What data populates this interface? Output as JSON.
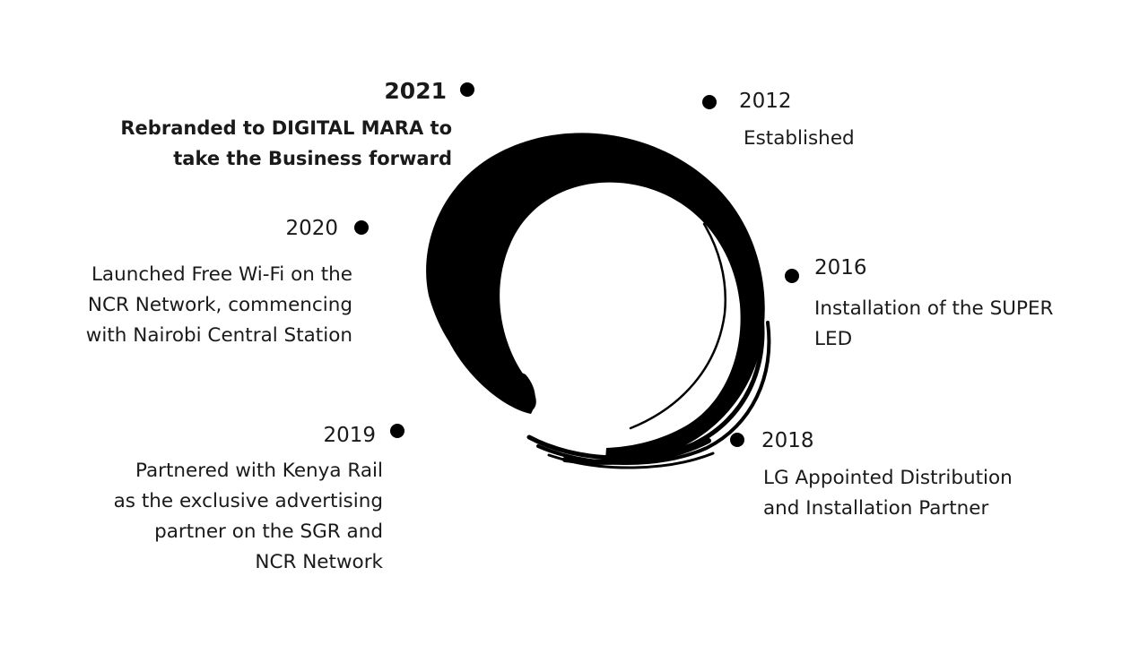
{
  "milestones": {
    "m2021": {
      "year": "2021",
      "lines": [
        "Rebranded to DIGITAL MARA to",
        "take the Business forward"
      ]
    },
    "m2012": {
      "year": "2012",
      "lines": [
        "Established"
      ]
    },
    "m2020": {
      "year": "2020",
      "lines": [
        "Launched Free Wi-Fi on the",
        "NCR Network, commencing",
        "with Nairobi Central Station"
      ]
    },
    "m2016": {
      "year": "2016",
      "lines": [
        "Installation of the SUPER",
        "LED"
      ]
    },
    "m2019": {
      "year": "2019",
      "lines": [
        "Partnered with Kenya Rail",
        "as the exclusive advertising",
        "partner on the SGR and",
        "NCR Network"
      ]
    },
    "m2018": {
      "year": "2018",
      "lines": [
        "LG Appointed Distribution",
        "and Installation Partner"
      ]
    }
  },
  "colors": {
    "ink": "#000000",
    "text": "#1a1a1a",
    "background": "#ffffff"
  }
}
